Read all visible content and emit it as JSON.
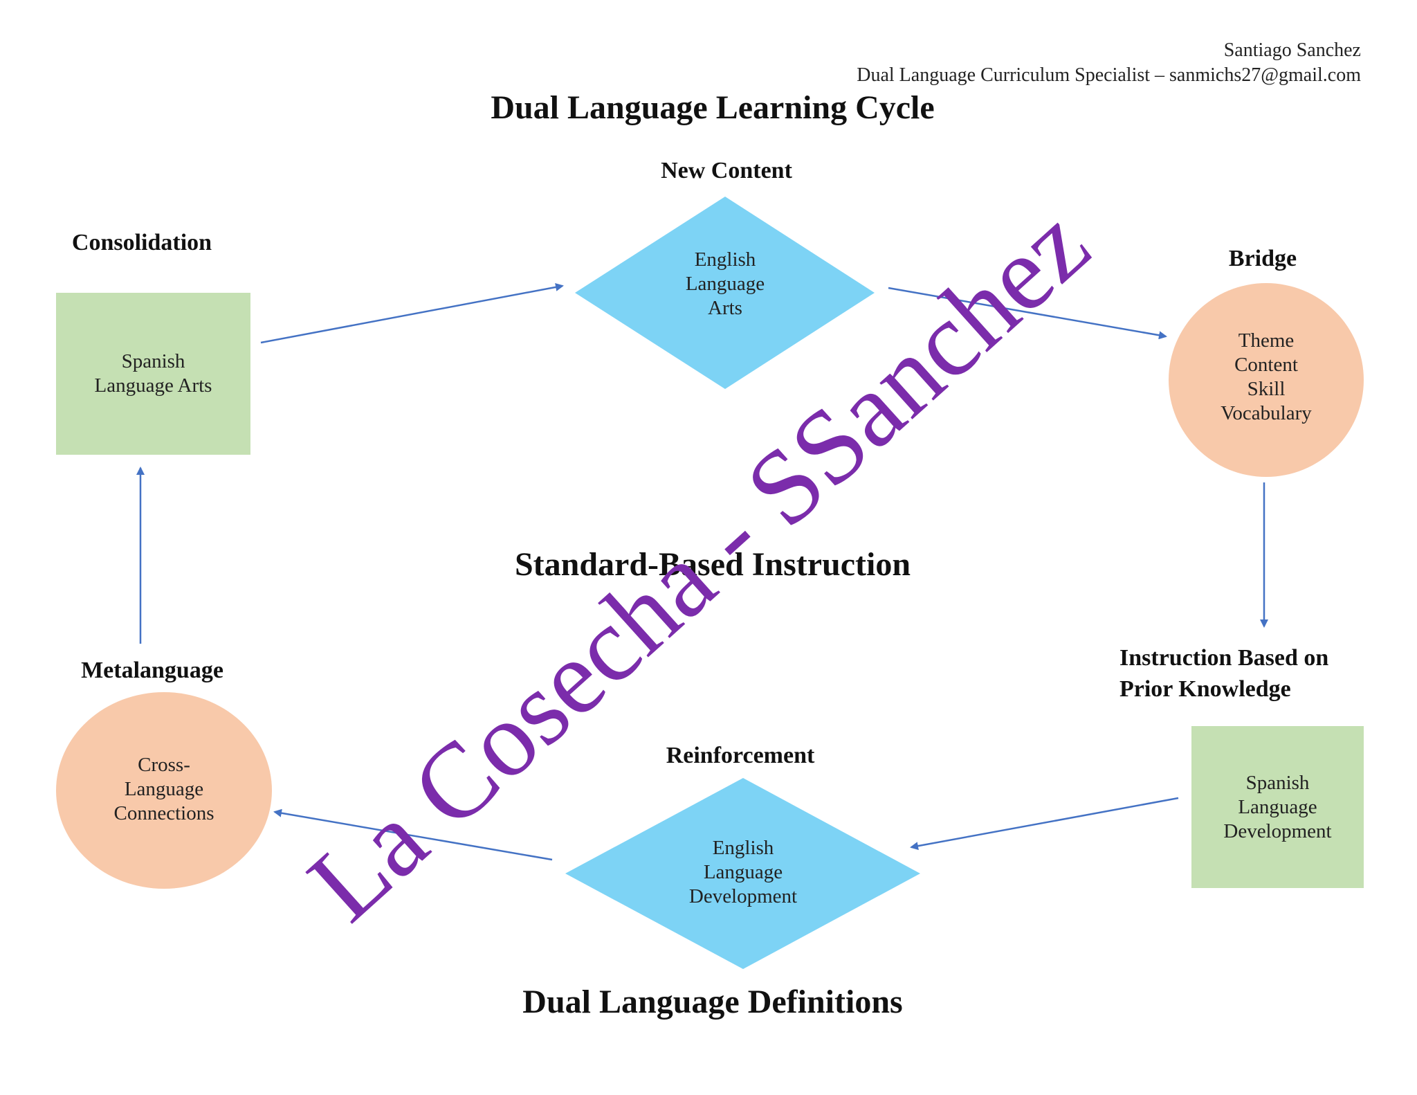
{
  "author": {
    "name": "Santiago Sanchez",
    "title_line": "Dual Language Curriculum Specialist – sanmichs27@gmail.com"
  },
  "titles": {
    "top": "Dual Language Learning Cycle",
    "center": "Standard-Based Instruction",
    "bottom": "Dual Language Definitions"
  },
  "stages": {
    "new_content": {
      "heading": "New Content",
      "shape": "diamond",
      "lines": [
        "English",
        "Language",
        "Arts"
      ],
      "color": "#7dd3f5"
    },
    "bridge": {
      "heading": "Bridge",
      "shape": "circle",
      "lines": [
        "Theme",
        "Content",
        "Skill",
        "Vocabulary"
      ],
      "color": "#f8c9aa"
    },
    "prior_knowledge": {
      "heading_lines": [
        "Instruction Based on",
        "Prior Knowledge"
      ],
      "shape": "square",
      "lines": [
        "Spanish",
        "Language",
        "Development"
      ],
      "color": "#c5e0b3"
    },
    "reinforcement": {
      "heading": "Reinforcement",
      "shape": "diamond",
      "lines": [
        "English",
        "Language",
        "Development"
      ],
      "color": "#7dd3f5"
    },
    "metalanguage": {
      "heading": "Metalanguage",
      "shape": "circle",
      "lines": [
        "Cross-",
        "Language",
        "Connections"
      ],
      "color": "#f8c9aa"
    },
    "consolidation": {
      "heading": "Consolidation",
      "shape": "square",
      "lines": [
        "Spanish",
        "Language Arts"
      ],
      "color": "#c5e0b3"
    }
  },
  "colors": {
    "arrow": "#4472c4",
    "watermark": "#7b2cab"
  },
  "watermark": "La Cosecha - SSanchez"
}
